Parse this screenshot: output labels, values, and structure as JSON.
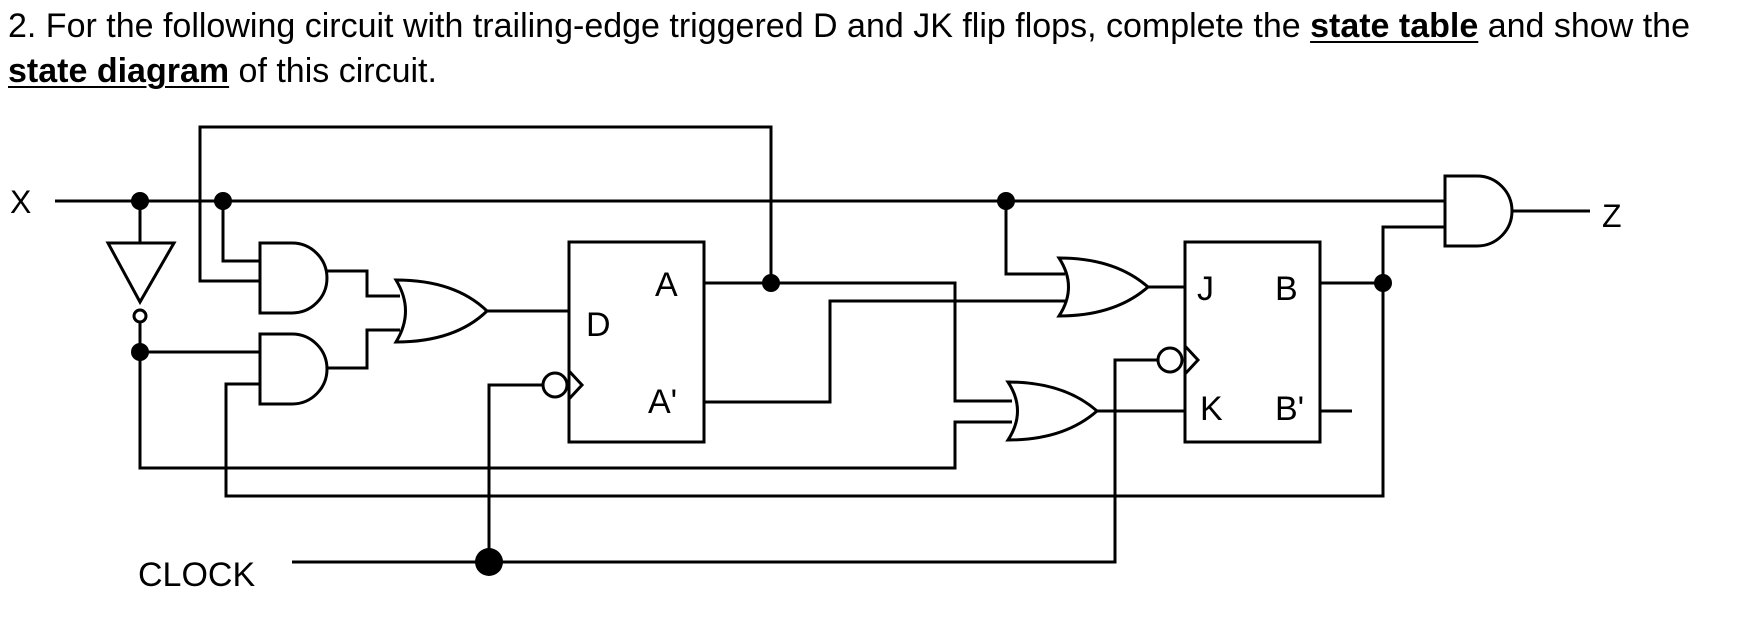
{
  "question": {
    "number": "2.",
    "text_before": " For the following circuit with trailing-edge triggered D and JK flip flops, complete the ",
    "emph1": "state table",
    "text_middle": " and show the ",
    "emph2": "state diagram",
    "text_after": " of this circuit."
  },
  "circuit": {
    "input_label": "X",
    "output_label": "Z",
    "clock_label": "CLOCK",
    "d_flipflop": {
      "d": "D",
      "q": "A",
      "qbar": "A'"
    },
    "jk_flipflop": {
      "j": "J",
      "k": "K",
      "q": "B",
      "qbar": "B'"
    }
  }
}
